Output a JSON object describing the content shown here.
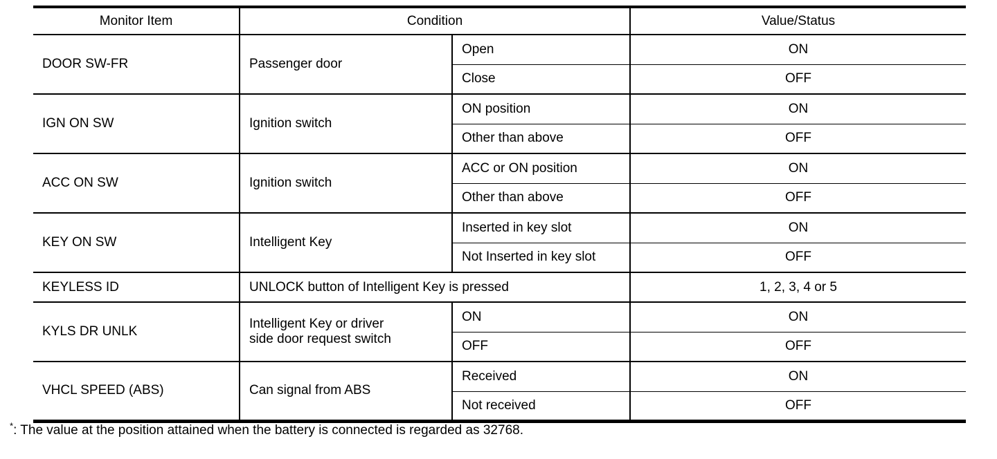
{
  "table": {
    "headers": {
      "monitor_item": "Monitor Item",
      "condition": "Condition",
      "value_status": "Value/Status"
    },
    "groups": [
      {
        "item": "DOOR SW-FR",
        "condition": "Passenger door",
        "cases": [
          {
            "state": "Open",
            "value": "ON"
          },
          {
            "state": "Close",
            "value": "OFF"
          }
        ]
      },
      {
        "item": "IGN ON SW",
        "condition": "Ignition switch",
        "cases": [
          {
            "state": "ON position",
            "value": "ON"
          },
          {
            "state": "Other than above",
            "value": "OFF"
          }
        ]
      },
      {
        "item": "ACC ON SW",
        "condition": "Ignition switch",
        "cases": [
          {
            "state": "ACC or ON position",
            "value": "ON"
          },
          {
            "state": "Other than above",
            "value": "OFF"
          }
        ]
      },
      {
        "item": "KEY ON SW",
        "condition": "Intelligent Key",
        "cases": [
          {
            "state": "Inserted in key slot",
            "value": "ON"
          },
          {
            "state": "Not Inserted in key slot",
            "value": "OFF"
          }
        ]
      },
      {
        "item": "KEYLESS ID",
        "condition": "UNLOCK button of Intelligent Key is pressed",
        "cases": [
          {
            "value": "1, 2, 3, 4 or 5"
          }
        ]
      },
      {
        "item": "KYLS DR UNLK",
        "condition": "Intelligent Key or driver\nside door request switch",
        "cases": [
          {
            "state": "ON",
            "value": "ON"
          },
          {
            "state": "OFF",
            "value": "OFF"
          }
        ]
      },
      {
        "item": "VHCL SPEED (ABS)",
        "condition": "Can signal from ABS",
        "cases": [
          {
            "state": "Received",
            "value": "ON"
          },
          {
            "state": "Not received",
            "value": "OFF"
          }
        ]
      }
    ]
  },
  "footnote": {
    "marker": "*",
    "text": ": The value at the position attained when the battery is connected is regarded as 32768."
  },
  "colors": {
    "border": "#000000",
    "text": "#000000",
    "background": "#ffffff"
  }
}
